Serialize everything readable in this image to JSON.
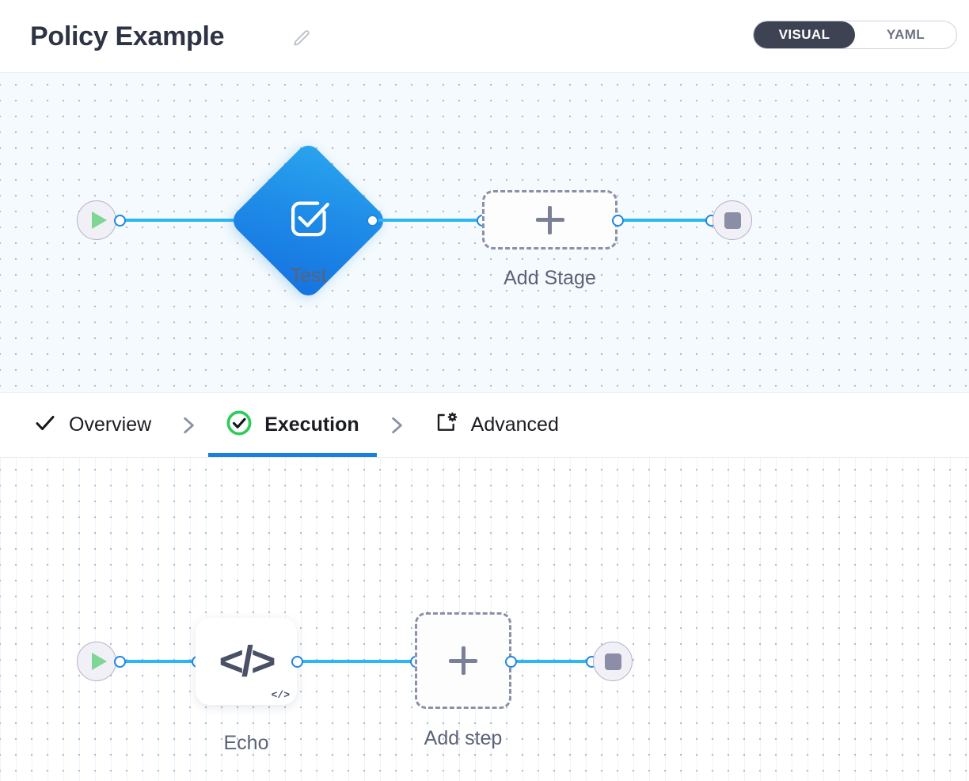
{
  "header": {
    "title": "Policy Example",
    "edit_icon": "pencil-icon",
    "mode_toggle": {
      "active": "VISUAL",
      "options": [
        "VISUAL",
        "YAML"
      ]
    }
  },
  "stage_canvas": {
    "start_node": {
      "icon": "play-icon",
      "label": ""
    },
    "stage_node": {
      "label": "Test",
      "icon": "checked-square-icon",
      "color": "#1f86e0"
    },
    "add_stage": {
      "label": "Add Stage",
      "icon": "plus-icon"
    },
    "end_node": {
      "icon": "stop-icon",
      "label": ""
    }
  },
  "tabs": [
    {
      "label": "Overview",
      "icon": "check-icon",
      "active": false
    },
    {
      "label": "Execution",
      "icon": "check-circle-icon",
      "active": true
    },
    {
      "label": "Advanced",
      "icon": "settings-box-icon",
      "active": false
    }
  ],
  "step_canvas": {
    "start_node": {
      "icon": "play-icon",
      "label": ""
    },
    "step_node": {
      "label": "Echo",
      "icon": "code-icon",
      "badge": "</>"
    },
    "add_step": {
      "label": "Add step",
      "icon": "plus-icon"
    },
    "end_node": {
      "icon": "stop-icon",
      "label": ""
    }
  },
  "colors": {
    "accent_blue": "#1a7fe0",
    "connector_blue": "#2cb6f5",
    "success_green": "#2ecc5a",
    "toggle_dark": "#3e4354",
    "label_gray": "#5c6275"
  }
}
